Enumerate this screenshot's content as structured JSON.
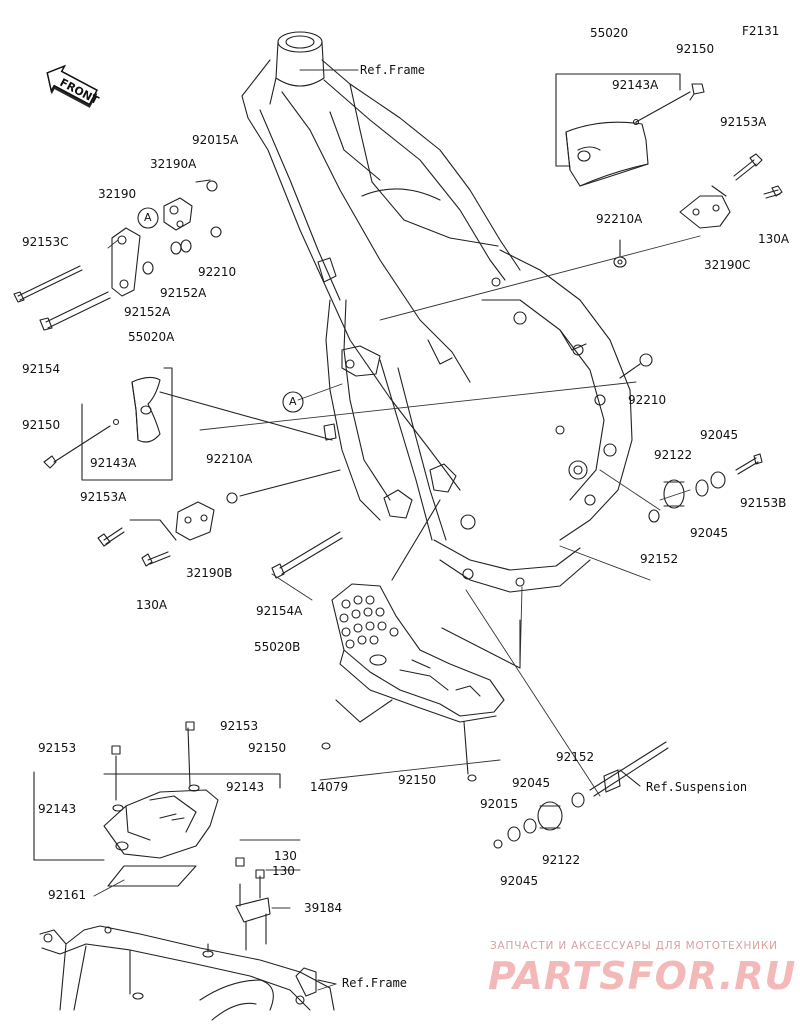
{
  "diagram_code": "F2131",
  "front_label": "FRONT",
  "watermark": {
    "tagline": "ЗАПЧАСТИ И АКСЕССУАРЫ ДЛЯ МОТОТЕХНИКИ",
    "logo": "PARTSFOR.RU"
  },
  "labels": {
    "ref_frame_top": "Ref.Frame",
    "ref_frame_bottom": "Ref.Frame",
    "ref_suspension": "Ref.Suspension",
    "p55020": "55020",
    "p92150_a": "92150",
    "p92143A_a": "92143A",
    "p92153A_a": "92153A",
    "p92210A_a": "92210A",
    "p130A_a": "130A",
    "p32190C": "32190C",
    "p92015A": "92015A",
    "p32190A": "32190A",
    "p32190": "32190",
    "p92153C": "92153C",
    "p92210_a": "92210",
    "p92152A_a": "92152A",
    "p92152A_b": "92152A",
    "p92154": "92154",
    "p55020A": "55020A",
    "p92150_b": "92150",
    "p92143A_b": "92143A",
    "p92210A_b": "92210A",
    "p92153A_b": "92153A",
    "p32190B": "32190B",
    "p130A_b": "130A",
    "p92154A": "92154A",
    "p92210_b": "92210",
    "p92045_a": "92045",
    "p92122_a": "92122",
    "p92153B": "92153B",
    "p92045_b": "92045",
    "p92152_a": "92152",
    "p55020B": "55020B",
    "p92150_c": "92150",
    "p92150_d": "92150",
    "p92153_a": "92153",
    "p92153_b": "92153",
    "p92143_a": "92143",
    "p14079": "14079",
    "p92143_b": "92143",
    "p92161": "92161",
    "p130_a": "130",
    "p130_b": "130",
    "p39184": "39184",
    "p92152_b": "92152",
    "p92045_c": "92045",
    "p92015": "92015",
    "p92122_b": "92122",
    "p92045_d": "92045",
    "marker_a1": "A",
    "marker_a2": "A"
  }
}
